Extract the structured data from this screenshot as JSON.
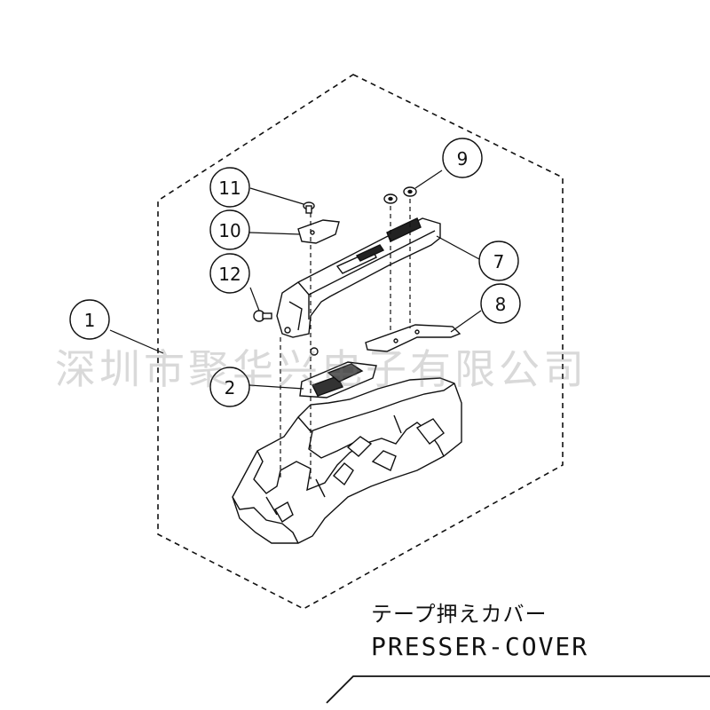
{
  "callouts": [
    {
      "id": "c1",
      "label": "1"
    },
    {
      "id": "c2",
      "label": "2"
    },
    {
      "id": "c7",
      "label": "7"
    },
    {
      "id": "c8",
      "label": "8"
    },
    {
      "id": "c9",
      "label": "9"
    },
    {
      "id": "c10",
      "label": "10"
    },
    {
      "id": "c11",
      "label": "11"
    },
    {
      "id": "c12",
      "label": "12"
    }
  ],
  "caption": {
    "japanese": "テープ押えカバー",
    "english": "PRESSER-COVER"
  },
  "watermark": "深圳市聚华兴电子有限公司",
  "colors": {
    "line": "#111111",
    "watermark": "#9a9a9a",
    "background": "#ffffff"
  }
}
